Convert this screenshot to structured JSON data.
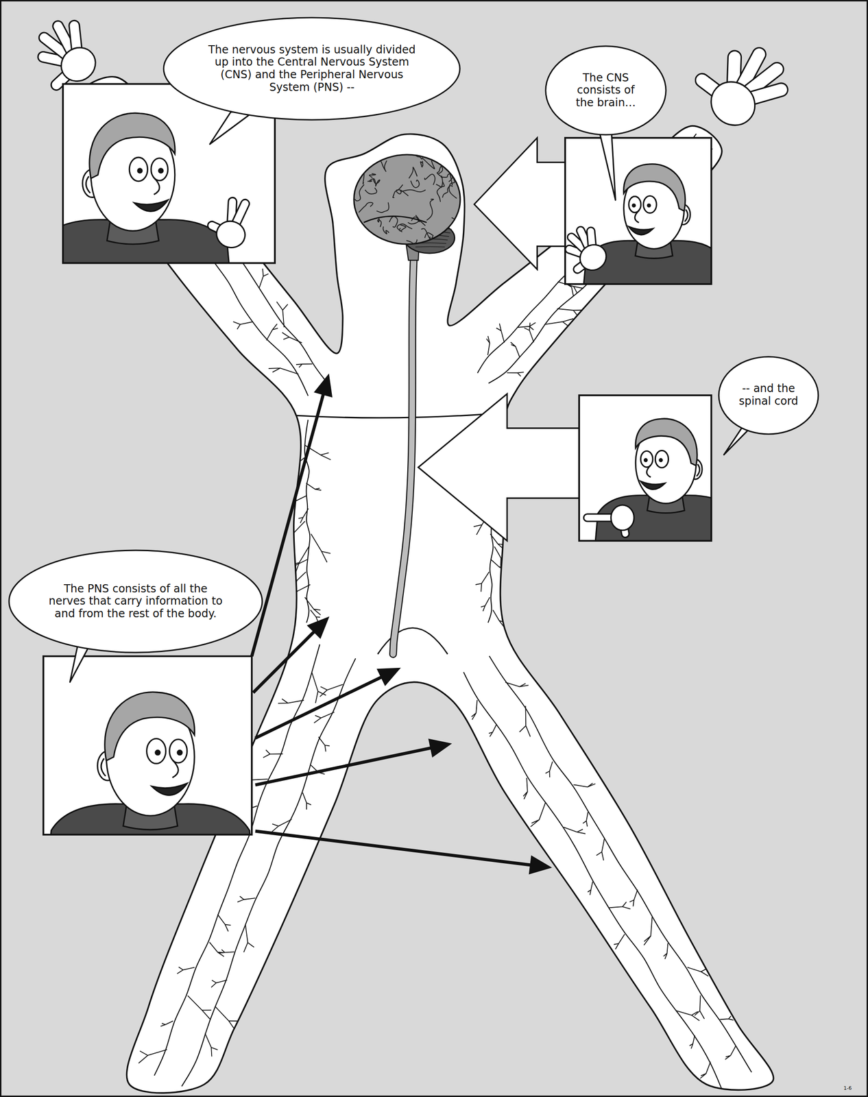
{
  "diagram": {
    "nodes": [
      {
        "text": [
          "The nervous system is usually divided up into the Central Nervous System (CNS) and the Peripheral Nervous System (PNS) --"
        ]
      },
      {
        "text": [
          "The CNS consists of the brain…"
        ]
      },
      {
        "text": [
          "-- and the spinal cord"
        ]
      },
      {
        "text": [
          "The PNS consists of all the nerves that carry information to and from the rest of the body."
        ]
      }
    ],
    "labels": [
      "1-6"
    ]
  }
}
